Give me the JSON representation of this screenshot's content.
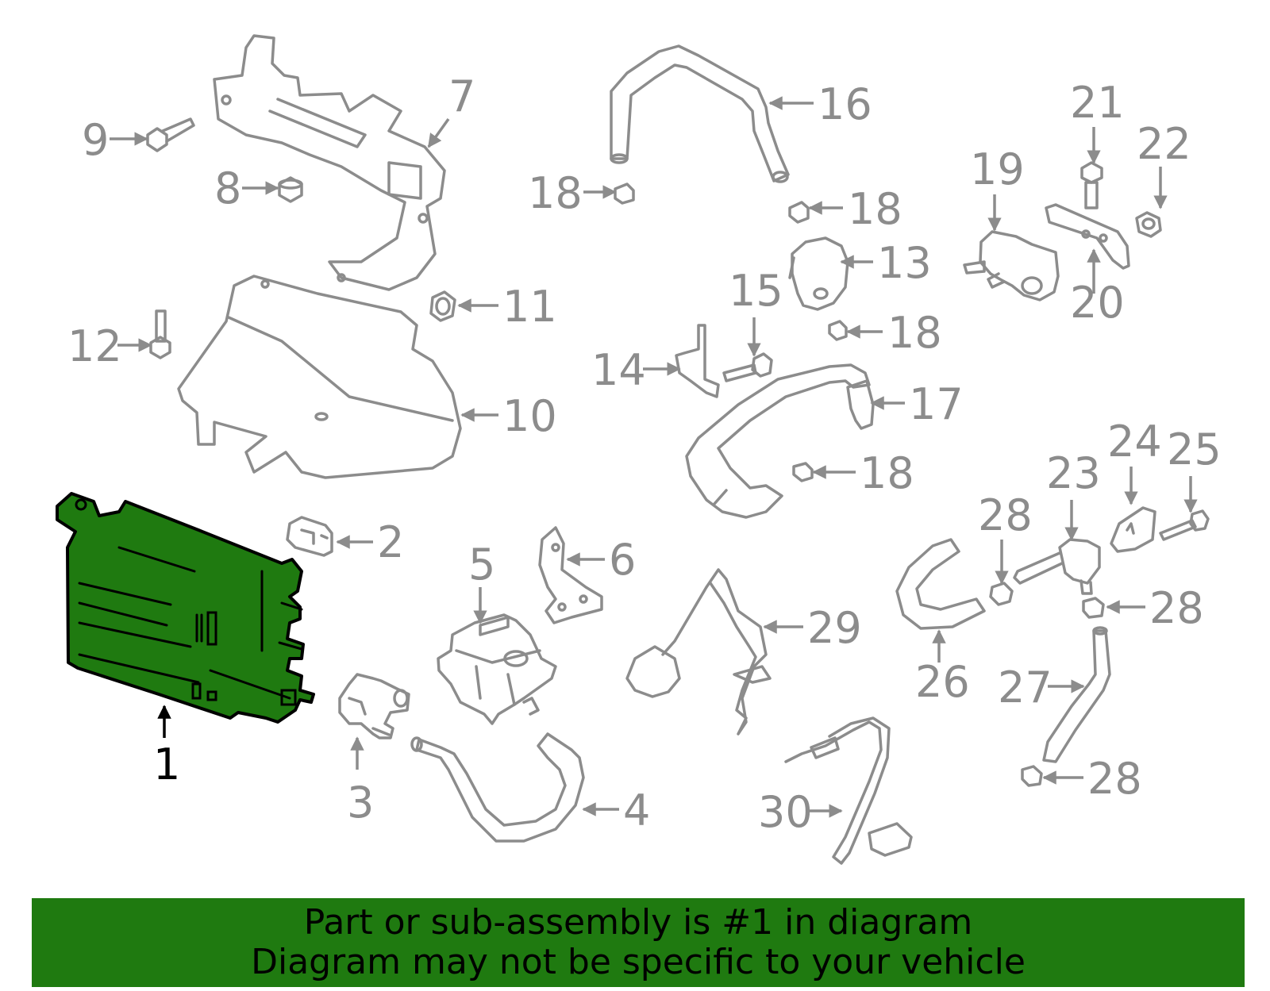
{
  "banner": {
    "line1": "Part or sub-assembly is #1 in diagram",
    "line2": "Diagram may not be specific to your vehicle",
    "background_color": "#1f7a10"
  },
  "highlight": {
    "part": "1",
    "color": "#1f7a10"
  },
  "callouts": {
    "c1": "1",
    "c2": "2",
    "c3": "3",
    "c4": "4",
    "c5": "5",
    "c6": "6",
    "c7": "7",
    "c8": "8",
    "c9": "9",
    "c10": "10",
    "c11": "11",
    "c12": "12",
    "c13": "13",
    "c14": "14",
    "c15": "15",
    "c16": "16",
    "c17": "17",
    "c18": "18",
    "c19": "19",
    "c20": "20",
    "c21": "21",
    "c22": "22",
    "c23": "23",
    "c24": "24",
    "c25": "25",
    "c26": "26",
    "c27": "27",
    "c28": "28",
    "c29": "29",
    "c30": "30"
  }
}
